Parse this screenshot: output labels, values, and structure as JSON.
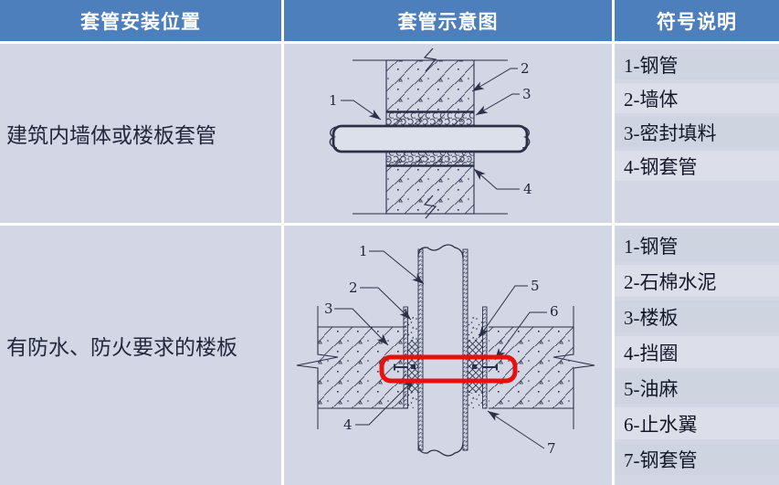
{
  "header": {
    "col1": "套管安装位置",
    "col2": "套管示意图",
    "col3": "符号说明"
  },
  "rows": [
    {
      "position": "建筑内墙体或楼板套管",
      "legend": [
        "1-钢管",
        "2-墙体",
        "3-密封填料",
        "4-钢套管"
      ],
      "callouts": [
        "1",
        "2",
        "3",
        "4"
      ]
    },
    {
      "position": "有防水、防火要求的楼板",
      "legend": [
        "1-钢管",
        "2-石棉水泥",
        "3-楼板",
        "4-挡圈",
        "5-油麻",
        "6-止水翼",
        "7-钢套管"
      ],
      "callouts": [
        "1",
        "2",
        "3",
        "4",
        "5",
        "6",
        "7"
      ]
    }
  ],
  "colors": {
    "header_bg": "#4d7fbc",
    "cell_bg": "#d3d6e4",
    "band_odd": "#cfd4e1",
    "band_even": "#dcdfe9",
    "line": "#2b3047",
    "highlight_red": "#e8100c"
  }
}
